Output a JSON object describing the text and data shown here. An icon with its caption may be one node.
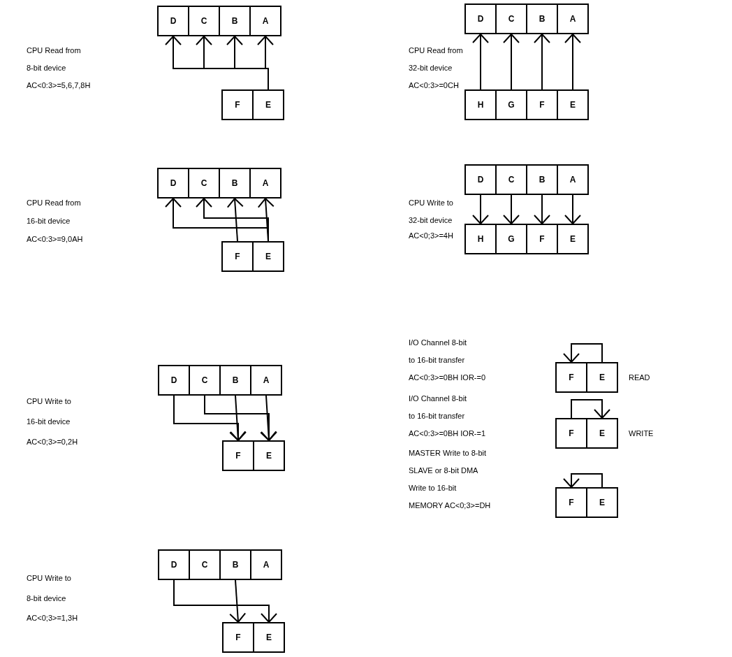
{
  "diagram": {
    "nodes": [
      {
        "text": [
          "D"
        ]
      },
      {
        "text": [
          "C"
        ]
      },
      {
        "text": [
          "B"
        ]
      },
      {
        "text": [
          "A"
        ]
      },
      {
        "text": [
          "F"
        ]
      },
      {
        "text": [
          "E"
        ]
      },
      {
        "text": [
          "D"
        ]
      },
      {
        "text": [
          "C"
        ]
      },
      {
        "text": [
          "B"
        ]
      },
      {
        "text": [
          "A"
        ]
      },
      {
        "text": [
          "F"
        ]
      },
      {
        "text": [
          "E"
        ]
      },
      {
        "text": [
          "D"
        ]
      },
      {
        "text": [
          "C"
        ]
      },
      {
        "text": [
          "B"
        ]
      },
      {
        "text": [
          "A"
        ]
      },
      {
        "text": [
          "F"
        ]
      },
      {
        "text": [
          "E"
        ]
      },
      {
        "text": [
          "D"
        ]
      },
      {
        "text": [
          "C"
        ]
      },
      {
        "text": [
          "B"
        ]
      },
      {
        "text": [
          "A"
        ]
      },
      {
        "text": [
          "F"
        ]
      },
      {
        "text": [
          "E"
        ]
      },
      {
        "text": [
          "D"
        ]
      },
      {
        "text": [
          "C"
        ]
      },
      {
        "text": [
          "B"
        ]
      },
      {
        "text": [
          "A"
        ]
      },
      {
        "text": [
          "H"
        ]
      },
      {
        "text": [
          "G"
        ]
      },
      {
        "text": [
          "F"
        ]
      },
      {
        "text": [
          "E"
        ]
      },
      {
        "text": [
          "D"
        ]
      },
      {
        "text": [
          "C"
        ]
      },
      {
        "text": [
          "B"
        ]
      },
      {
        "text": [
          "A"
        ]
      },
      {
        "text": [
          "H"
        ]
      },
      {
        "text": [
          "G"
        ]
      },
      {
        "text": [
          "F"
        ]
      },
      {
        "text": [
          "E"
        ]
      },
      {
        "text": [
          "F"
        ]
      },
      {
        "text": [
          "E"
        ]
      },
      {
        "text": [
          "F"
        ]
      },
      {
        "text": [
          "E"
        ]
      },
      {
        "text": [
          "F"
        ]
      },
      {
        "text": [
          "E"
        ]
      }
    ],
    "edges": [
      {
        "from": 5,
        "to": 0,
        "arrow": "to"
      },
      {
        "from": 5,
        "to": 1,
        "arrow": "to"
      },
      {
        "from": 5,
        "to": 2,
        "arrow": "to"
      },
      {
        "from": 5,
        "to": 3,
        "arrow": "to"
      },
      {
        "from": 11,
        "to": 6,
        "arrow": "to"
      },
      {
        "from": 11,
        "to": 7,
        "arrow": "to"
      },
      {
        "from": 10,
        "to": 8,
        "arrow": "to"
      },
      {
        "from": 11,
        "to": 9,
        "arrow": "to"
      },
      {
        "from": 12,
        "to": 16,
        "arrow": "to"
      },
      {
        "from": 13,
        "to": 17,
        "arrow": "to"
      },
      {
        "from": 14,
        "to": 16,
        "arrow": "to"
      },
      {
        "from": 15,
        "to": 17,
        "arrow": "to"
      },
      {
        "from": 18,
        "to": 23,
        "arrow": "to"
      },
      {
        "from": 20,
        "to": 22,
        "arrow": "to"
      },
      {
        "from": 28,
        "to": 24,
        "arrow": "to"
      },
      {
        "from": 29,
        "to": 25,
        "arrow": "to"
      },
      {
        "from": 30,
        "to": 26,
        "arrow": "to"
      },
      {
        "from": 31,
        "to": 27,
        "arrow": "to"
      },
      {
        "from": 32,
        "to": 36,
        "arrow": "to"
      },
      {
        "from": 33,
        "to": 37,
        "arrow": "to"
      },
      {
        "from": 34,
        "to": 38,
        "arrow": "to"
      },
      {
        "from": 35,
        "to": 39,
        "arrow": "to"
      },
      {
        "from": 41,
        "to": 40,
        "arrow": "to"
      },
      {
        "from": 42,
        "to": 43,
        "arrow": "to"
      },
      {
        "from": 45,
        "to": 44,
        "arrow": "to"
      }
    ],
    "labels": [
      "CPU Read from",
      "8-bit device",
      "AC<0:3>=5,6,7,8H",
      "CPU Read from",
      "32-bit device",
      "AC<0:3>=0CH",
      "CPU Read from",
      "16-bit device",
      "AC<0:3>=9,0AH",
      "CPU Write to",
      "32-bit device",
      "AC<0;3>=4H",
      "I/O Channel 8-bit",
      "to 16-bit transfer",
      "AC<0:3>=0BH IOR-=0",
      "READ",
      "CPU Write to",
      "16-bit device",
      "AC<0;3>=0,2H",
      "I/O Channel 8-bit",
      "to 16-bit transfer",
      "AC<0:3>=0BH IOR-=1",
      "WRITE",
      "MASTER Write to 8-bit",
      "SLAVE or 8-bit DMA",
      "Write to 16-bit",
      "MEMORY AC<0;3>=DH",
      "CPU Write to",
      "8-bit device",
      "AC<0;3>=1,3H"
    ]
  }
}
